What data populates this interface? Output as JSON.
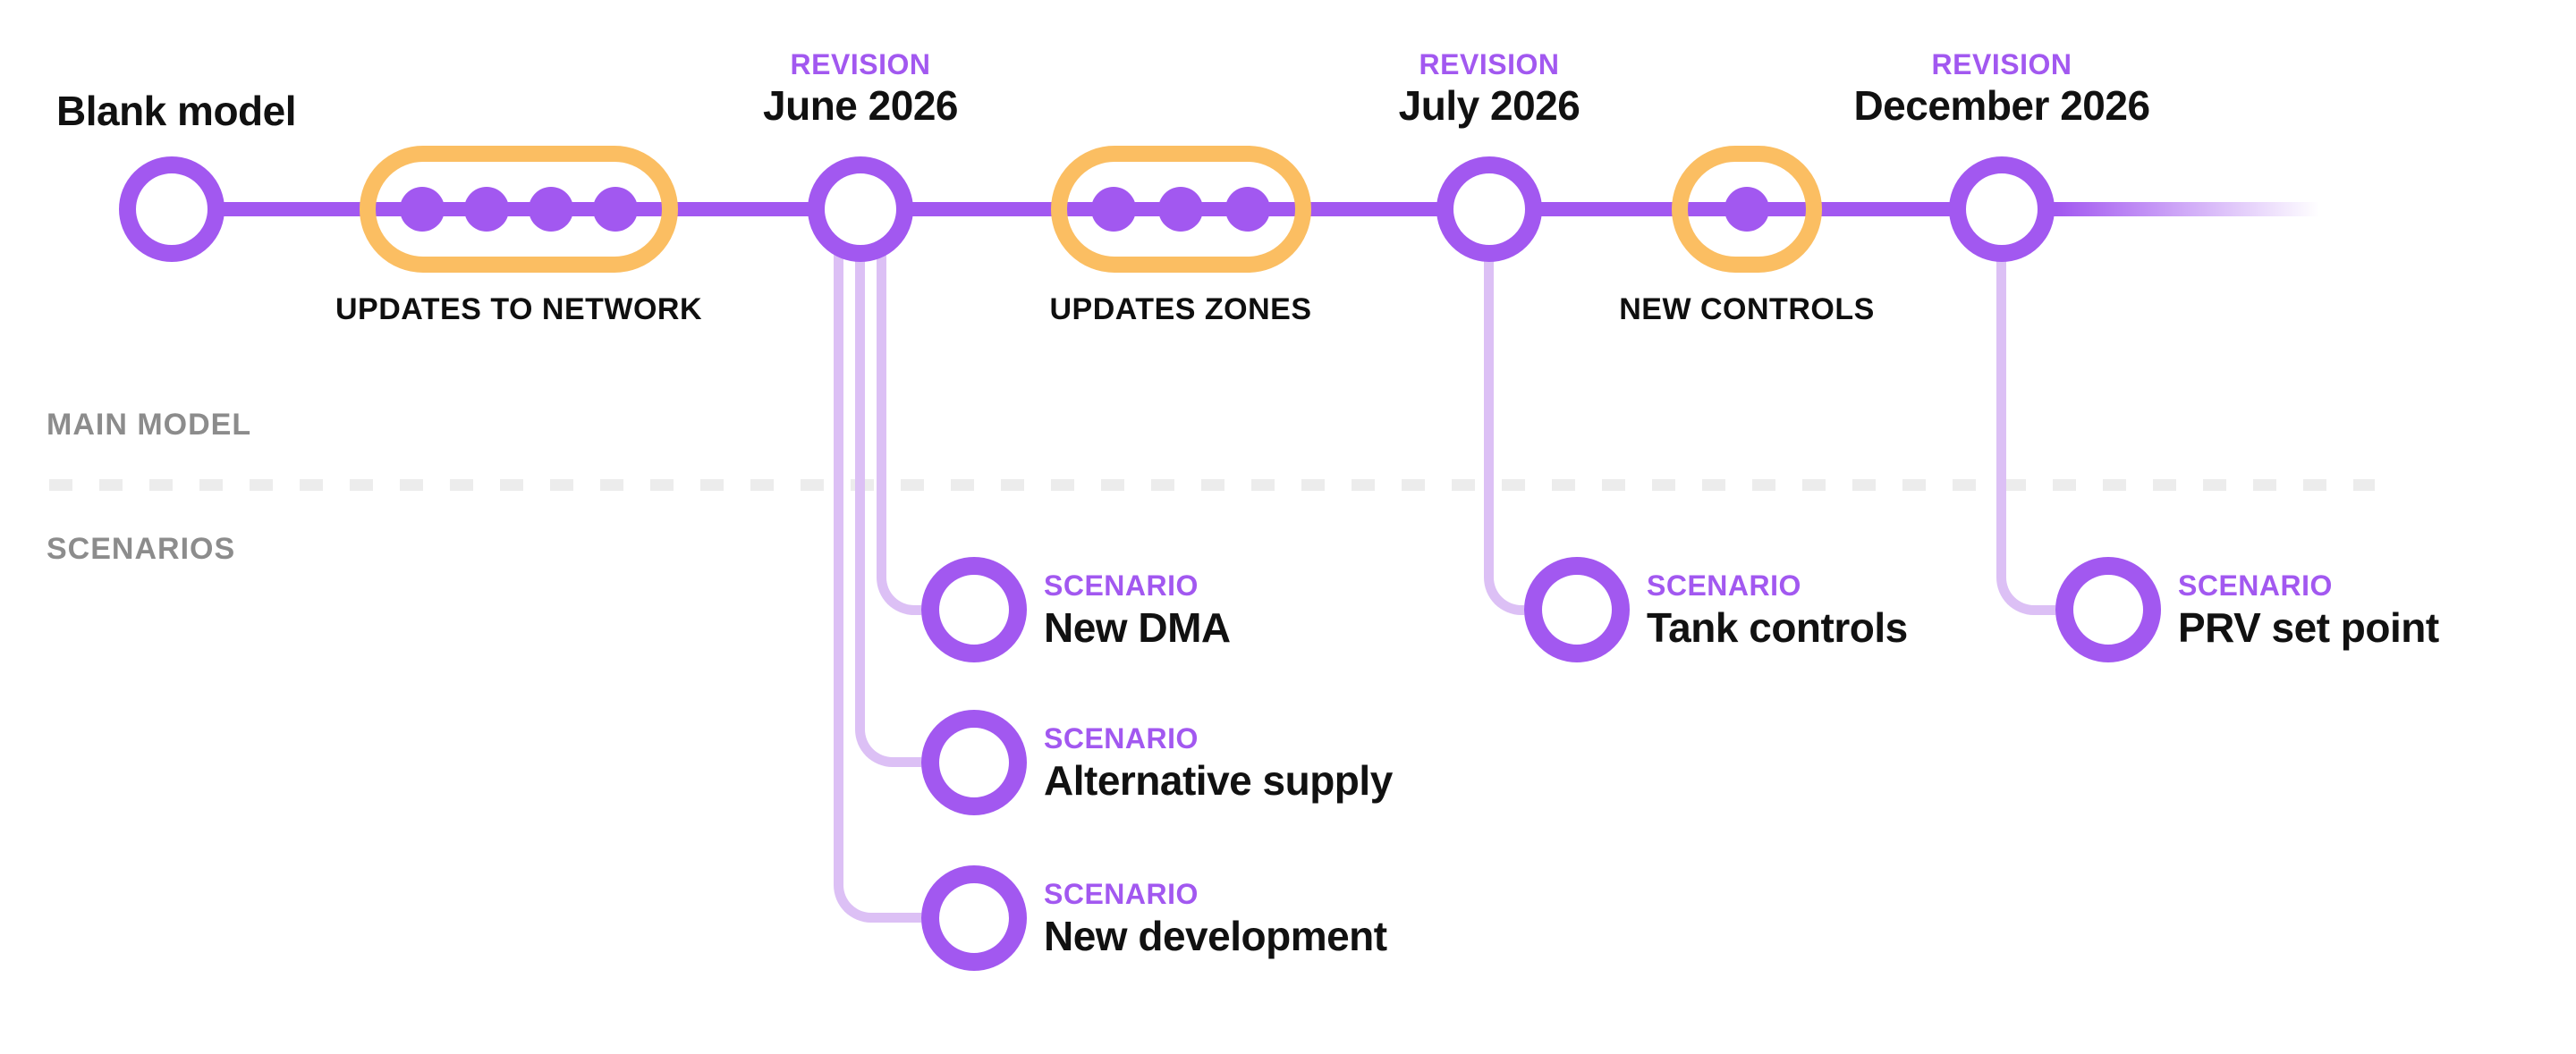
{
  "palette": {
    "purple": "#A258F0",
    "lavender": "#DCC0F5",
    "orange": "#FBBE62",
    "gray": "#8C8C8C",
    "dash": "#ECECEC",
    "black": "#111111"
  },
  "lanes": {
    "main_label": "MAIN MODEL",
    "scenarios_label": "SCENARIOS"
  },
  "start": {
    "label": "Blank model"
  },
  "revisions": [
    {
      "tag": "REVISION",
      "date": "June 2026"
    },
    {
      "tag": "REVISION",
      "date": "July 2026"
    },
    {
      "tag": "REVISION",
      "date": "December 2026"
    }
  ],
  "update_groups": [
    {
      "label": "UPDATES TO NETWORK",
      "dots": 4
    },
    {
      "label": "UPDATES ZONES",
      "dots": 3
    },
    {
      "label": "NEW CONTROLS",
      "dots": 1
    }
  ],
  "scenarios": [
    {
      "tag": "SCENARIO",
      "name": "New DMA"
    },
    {
      "tag": "SCENARIO",
      "name": "Alternative supply"
    },
    {
      "tag": "SCENARIO",
      "name": "New development"
    },
    {
      "tag": "SCENARIO",
      "name": "Tank controls"
    },
    {
      "tag": "SCENARIO",
      "name": "PRV set point"
    }
  ]
}
